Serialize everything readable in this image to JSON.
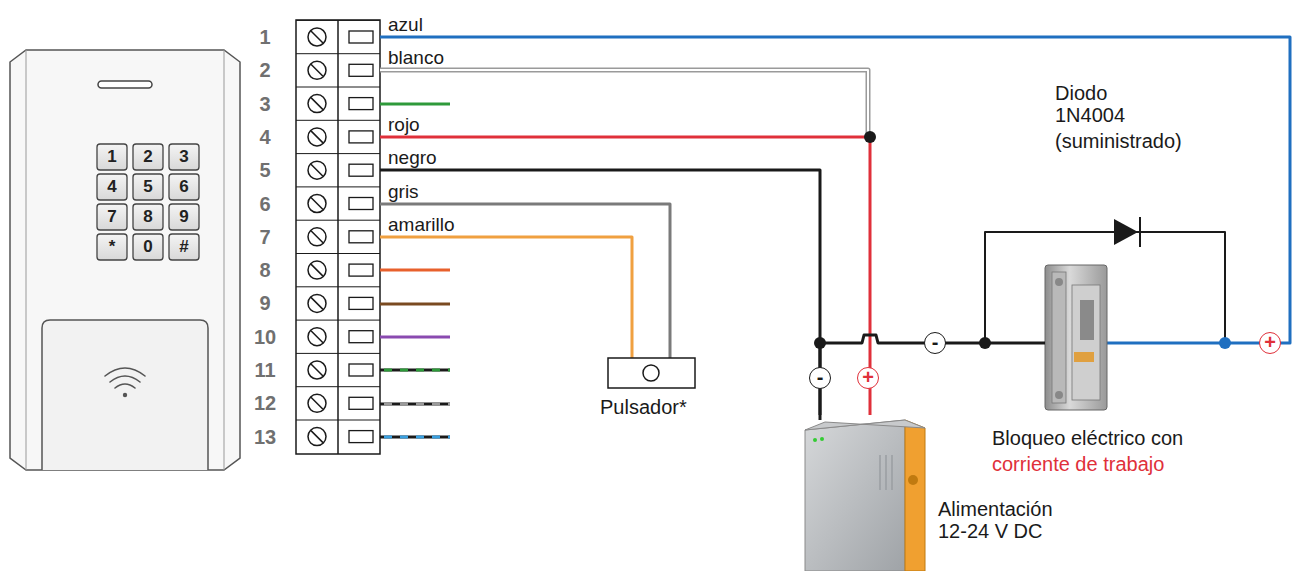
{
  "diagram": {
    "nodes": [
      {
        "text": [
          "Pulsador*"
        ]
      },
      {
        "text": [
          "Diodo 1N4004",
          "(suministrado)"
        ]
      },
      {
        "text": [
          "Bloqueo eléctrico con",
          "corriente de trabajo"
        ]
      },
      {
        "text": [
          "Alimentación 12-24 V DC"
        ]
      }
    ],
    "edges": [
      {
        "from": 3,
        "to": 2,
        "arrow": "none"
      }
    ],
    "labels": [
      "1",
      "2",
      "3",
      "4",
      "5",
      "6",
      "7",
      "8",
      "9",
      "10",
      "11",
      "12",
      "13",
      "azul",
      "blanco",
      "rojo",
      "negro",
      "gris",
      "amarillo",
      "1",
      "2",
      "3",
      "4",
      "5",
      "6",
      "7",
      "8",
      "9",
      "*",
      "0",
      "#",
      "-",
      "+",
      "-",
      "+"
    ]
  }
}
